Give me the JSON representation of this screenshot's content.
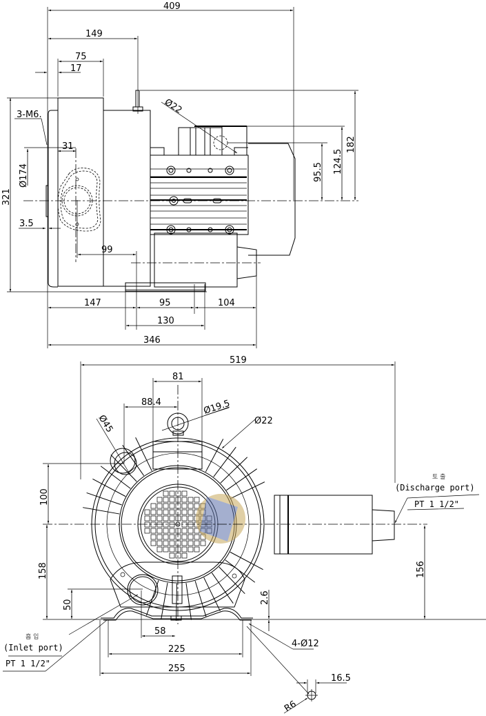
{
  "drawing": {
    "side_view": {
      "dimensions": {
        "overall_length": "409",
        "to_eyebolt": "149",
        "housing_width": "75",
        "flange_offset": "17",
        "thread": "3-M6.",
        "pipe_dia": "Ø22",
        "height_95": "95.5",
        "height_124": "124.5",
        "height_182": "182",
        "bolt_circle_31": "31",
        "flange_dia": "Ø174",
        "overall_height": "321",
        "flange_thickness": "3.5",
        "offset_99": "99",
        "base_147": "147",
        "base_95": "95",
        "base_104": "104",
        "base_130": "130",
        "base_346": "346"
      }
    },
    "front_view": {
      "dimensions": {
        "overall_width": "519",
        "top_81": "81",
        "top_88": "88.4",
        "eyebolt_dia": "Ø19.5",
        "ring_dia": "Ø22",
        "inlet_dia": "Ø45",
        "height_100": "100",
        "height_158": "158",
        "height_50": "50",
        "height_156": "156",
        "foot_2_6": "2.6",
        "inlet_offset_58": "58",
        "foot_225": "225",
        "foot_255": "255",
        "holes": "4-Ø12",
        "slot_16_5": "16.5",
        "slot_radius": "R6"
      },
      "discharge": {
        "korean": "토 출",
        "label": "(Discharge port)",
        "thread": "PT 1 1/2\""
      },
      "inlet": {
        "korean": "흡 입",
        "label": "(Inlet port)",
        "thread": "PT 1 1/2\""
      }
    },
    "watermark": {
      "colors": [
        "#c8a85c",
        "#5a6fa8"
      ]
    }
  }
}
